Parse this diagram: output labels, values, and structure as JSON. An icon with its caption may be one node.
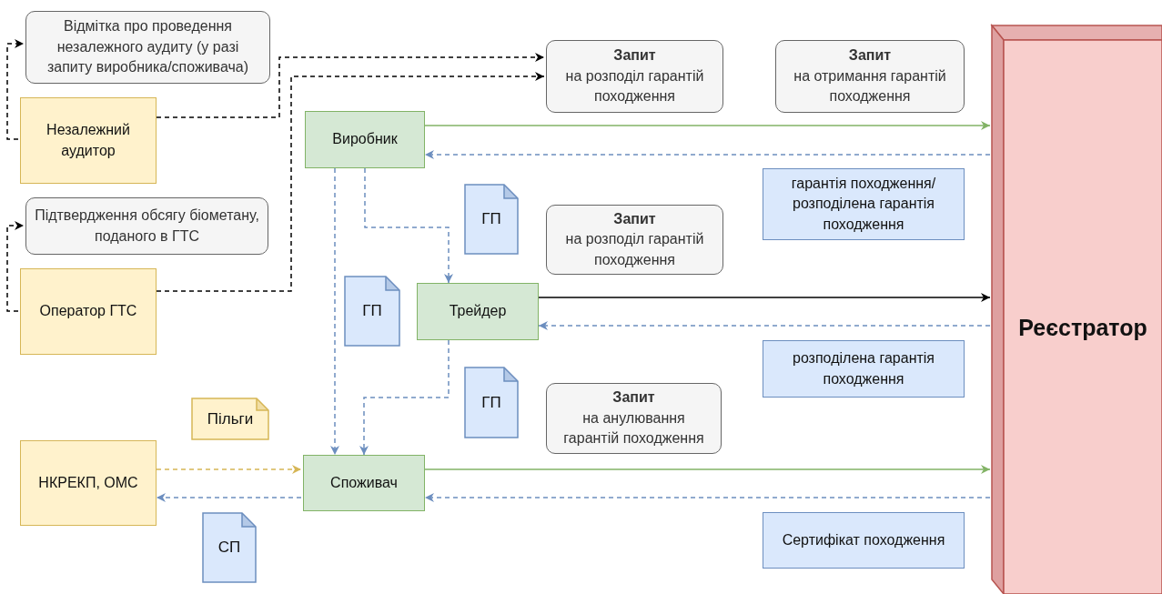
{
  "diagram": {
    "nodes": [
      {
        "text": [
          "Відмітка про проведення незалежного аудиту (у разі запиту виробника/споживача)"
        ]
      },
      {
        "text": [
          "Запит",
          "на розподіл гарантій походження"
        ]
      },
      {
        "text": [
          "Запит",
          "на отримання гарантій походження"
        ]
      },
      {
        "text": [
          "Реєстратор"
        ]
      },
      {
        "text": [
          "Незалежний аудитор"
        ]
      },
      {
        "text": [
          "Виробник"
        ]
      },
      {
        "text": [
          "гарантія походження/ розподілена гарантія походження"
        ]
      },
      {
        "text": [
          "ГП"
        ]
      },
      {
        "text": [
          "Підтвердження обсягу біометану, поданого в ГТС"
        ]
      },
      {
        "text": [
          "Запит",
          "на розподіл гарантій походження"
        ]
      },
      {
        "text": [
          "ГП"
        ]
      },
      {
        "text": [
          "Трейдер"
        ]
      },
      {
        "text": [
          "Оператор ГТС"
        ]
      },
      {
        "text": [
          "розподілена гарантія походження"
        ]
      },
      {
        "text": [
          "ГП"
        ]
      },
      {
        "text": [
          "Запит",
          "на анулювання гарантій походження"
        ]
      },
      {
        "text": [
          "Пільги"
        ]
      },
      {
        "text": [
          "НКРЕКП, ОМС"
        ]
      },
      {
        "text": [
          "Споживач"
        ]
      },
      {
        "text": [
          "Сертифікат походження"
        ]
      },
      {
        "text": [
          "СП"
        ]
      }
    ],
    "edges": [
      {
        "from": 4,
        "to": 0,
        "arrow": "to",
        "style": "dashed",
        "color": "#000000"
      },
      {
        "from": 4,
        "to": 1,
        "arrow": "to",
        "style": "dashed",
        "color": "#000000"
      },
      {
        "from": 12,
        "to": 8,
        "arrow": "to",
        "style": "dashed",
        "color": "#000000"
      },
      {
        "from": 12,
        "to": 1,
        "arrow": "to",
        "style": "dashed",
        "color": "#000000"
      },
      {
        "from": 5,
        "to": 3,
        "arrow": "to",
        "color": "#82b366"
      },
      {
        "from": 3,
        "to": 5,
        "arrow": "to",
        "style": "dashed"
      },
      {
        "from": 5,
        "to": 11,
        "arrow": "to",
        "style": "dashed"
      },
      {
        "from": 5,
        "to": 18,
        "arrow": "to",
        "style": "dashed"
      },
      {
        "from": 11,
        "to": 3,
        "arrow": "to",
        "color": "#000000"
      },
      {
        "from": 3,
        "to": 11,
        "arrow": "to",
        "style": "dashed"
      },
      {
        "from": 11,
        "to": 18,
        "arrow": "to",
        "style": "dashed"
      },
      {
        "from": 17,
        "to": 18,
        "arrow": "to",
        "style": "dashed",
        "color": "#d6b656"
      },
      {
        "from": 18,
        "to": 3,
        "arrow": "to",
        "color": "#82b366"
      },
      {
        "from": 3,
        "to": 18,
        "arrow": "to",
        "style": "dashed"
      },
      {
        "from": 18,
        "to": 17,
        "arrow": "to",
        "style": "dashed"
      }
    ]
  }
}
